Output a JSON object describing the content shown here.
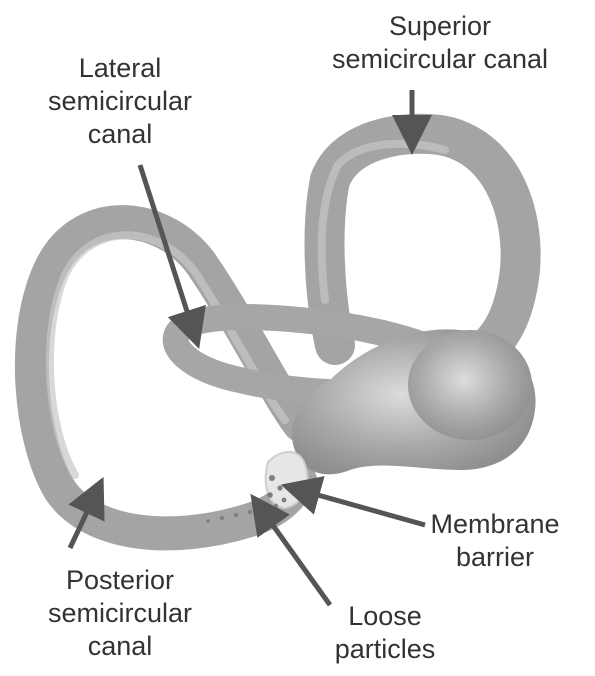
{
  "labels": {
    "superior": "Superior\nsemicircular canal",
    "lateral": "Lateral\nsemicircular\ncanal",
    "membrane": "Membrane\nbarrier",
    "posterior": "Posterior\nsemicircular\ncanal",
    "loose": "Loose\nparticles"
  },
  "colors": {
    "canal_fill": "#a8a8a8",
    "canal_light": "#c9c9c9",
    "canal_dark": "#8f8f8f",
    "arrow": "#555555",
    "text": "#333333"
  }
}
